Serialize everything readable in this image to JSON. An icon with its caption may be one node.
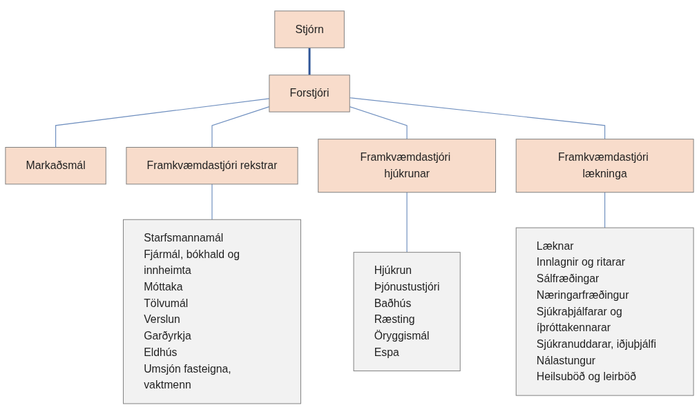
{
  "diagram": {
    "nodes": [
      {
        "text": [
          "Stjórn"
        ]
      },
      {
        "text": [
          "Forstjóri"
        ]
      },
      {
        "text": [
          "Markaðsmál"
        ]
      },
      {
        "text": [
          "Framkvæmdastjóri rekstrar"
        ]
      },
      {
        "text": [
          "Framkvæmdastjóri hjúkrunar"
        ]
      },
      {
        "text": [
          "Framkvæmdastjóri lækninga"
        ]
      },
      {
        "text": [
          "Starfsmannamál",
          "Fjármál, bókhald og innheimta",
          "Móttaka",
          "Tölvumál",
          "Verslun",
          "Garðyrkja",
          "Eldhús",
          "Umsjón fasteigna, vaktmenn"
        ]
      },
      {
        "text": [
          "Hjúkrun",
          "Þjónustustjóri",
          "Baðhús",
          "Ræsting",
          "Öryggismál",
          "Espa"
        ]
      },
      {
        "text": [
          "Læknar",
          "Innlagnir og ritarar",
          "Sálfræðingar",
          "Næringarfræðingur",
          "Sjúkraþjálfarar og íþróttakennarar",
          "Sjúkranuddarar, iðjuþjálfi",
          "Nálastungur",
          "Heilsuböð og leirböð"
        ]
      }
    ],
    "edges": [
      {
        "from": 0,
        "to": 1,
        "arrow": "none",
        "style": "thick",
        "color": "#2f5597"
      },
      {
        "from": 1,
        "to": 2,
        "arrow": "none"
      },
      {
        "from": 1,
        "to": 3,
        "arrow": "none"
      },
      {
        "from": 1,
        "to": 4,
        "arrow": "none"
      },
      {
        "from": 1,
        "to": 5,
        "arrow": "none"
      },
      {
        "from": 3,
        "to": 6,
        "arrow": "none"
      },
      {
        "from": 4,
        "to": 7,
        "arrow": "none"
      },
      {
        "from": 5,
        "to": 8,
        "arrow": "none"
      }
    ]
  }
}
